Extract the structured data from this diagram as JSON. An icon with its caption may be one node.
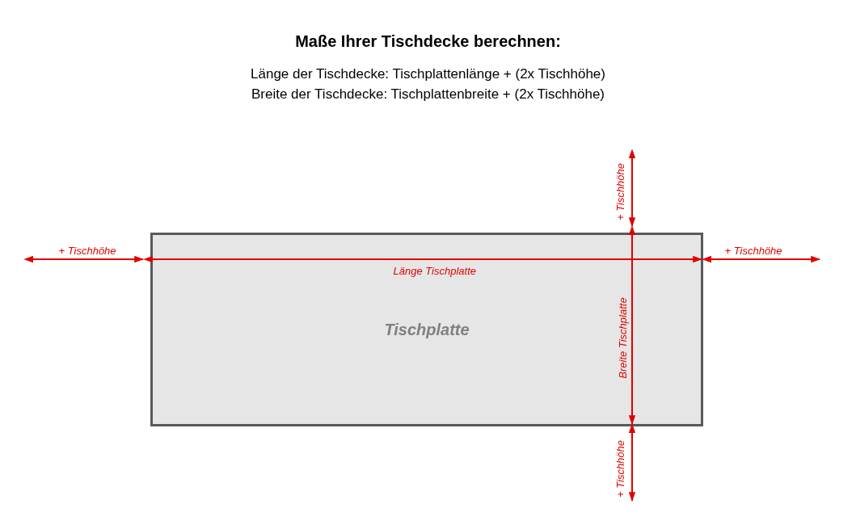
{
  "diagram": {
    "title": "Maße Ihrer Tischdecke berechnen:",
    "nodes": [
      {
        "text": [
          "Tischplatte"
        ]
      }
    ],
    "edges": [],
    "labels": [
      "Länge der Tischdecke: Tischplattenlänge + (2x Tischhöhe)",
      "Breite der Tischdecke: Tischplattenbreite + (2x Tischhöhe)",
      "+ Tischhöhe",
      "+ Tischhöhe",
      "+ Tischhöhe",
      "Länge Tischplatte",
      "Breite Tischplatte",
      "+ Tischhöhe"
    ]
  }
}
